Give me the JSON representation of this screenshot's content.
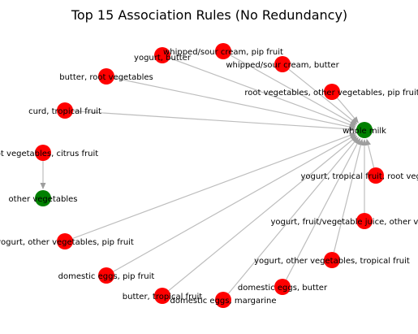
{
  "title": "Top 15 Association Rules (No Redundancy)",
  "colors": {
    "antecedent": "#ff0000",
    "consequent": "#008000",
    "edge": "#bdbdbd",
    "arrow": "#9e9e9e"
  },
  "nodes": [
    {
      "id": "whole-milk",
      "label": "whole milk",
      "role": "consequent"
    },
    {
      "id": "other-vegetables",
      "label": "other vegetables",
      "role": "consequent"
    },
    {
      "id": "whipped-sour-cream-pip-fruit",
      "label": "whipped/sour cream, pip fruit",
      "role": "antecedent"
    },
    {
      "id": "yogurt-butter",
      "label": "yogurt, butter",
      "role": "antecedent"
    },
    {
      "id": "whipped-sour-cream-butter",
      "label": "whipped/sour cream, butter",
      "role": "antecedent"
    },
    {
      "id": "butter-root-vegetables",
      "label": "butter, root vegetables",
      "role": "antecedent"
    },
    {
      "id": "root-vegetables-other-vegetables-pip-fruit",
      "label": "root vegetables, other vegetables, pip fruit",
      "role": "antecedent"
    },
    {
      "id": "curd-tropical-fruit",
      "label": "curd, tropical fruit",
      "role": "antecedent"
    },
    {
      "id": "root-vegetables-citrus-fruit",
      "label": "root vegetables, citrus fruit",
      "role": "antecedent"
    },
    {
      "id": "yogurt-tropical-fruit-root-vegetables",
      "label": "yogurt, tropical fruit, root vegetables",
      "role": "antecedent"
    },
    {
      "id": "yogurt-fruit-vegetable-juice-other-vegetables",
      "label": "yogurt, fruit/vegetable juice, other vegetables",
      "role": "antecedent"
    },
    {
      "id": "yogurt-other-vegetables-pip-fruit",
      "label": "yogurt, other vegetables, pip fruit",
      "role": "antecedent"
    },
    {
      "id": "yogurt-other-vegetables-tropical-fruit",
      "label": "yogurt, other vegetables, tropical fruit",
      "role": "antecedent"
    },
    {
      "id": "domestic-eggs-pip-fruit",
      "label": "domestic eggs, pip fruit",
      "role": "antecedent"
    },
    {
      "id": "domestic-eggs-butter",
      "label": "domestic eggs, butter",
      "role": "antecedent"
    },
    {
      "id": "butter-tropical-fruit",
      "label": "butter, tropical fruit",
      "role": "antecedent"
    },
    {
      "id": "domestic-eggs-margarine",
      "label": "domestic eggs, margarine",
      "role": "antecedent"
    }
  ],
  "edges": [
    {
      "from": "whipped-sour-cream-pip-fruit",
      "to": "whole-milk"
    },
    {
      "from": "yogurt-butter",
      "to": "whole-milk"
    },
    {
      "from": "whipped-sour-cream-butter",
      "to": "whole-milk"
    },
    {
      "from": "butter-root-vegetables",
      "to": "whole-milk"
    },
    {
      "from": "root-vegetables-other-vegetables-pip-fruit",
      "to": "whole-milk"
    },
    {
      "from": "curd-tropical-fruit",
      "to": "whole-milk"
    },
    {
      "from": "yogurt-tropical-fruit-root-vegetables",
      "to": "whole-milk"
    },
    {
      "from": "yogurt-fruit-vegetable-juice-other-vegetables",
      "to": "whole-milk"
    },
    {
      "from": "yogurt-other-vegetables-pip-fruit",
      "to": "whole-milk"
    },
    {
      "from": "yogurt-other-vegetables-tropical-fruit",
      "to": "whole-milk"
    },
    {
      "from": "domestic-eggs-pip-fruit",
      "to": "whole-milk"
    },
    {
      "from": "domestic-eggs-butter",
      "to": "whole-milk"
    },
    {
      "from": "butter-tropical-fruit",
      "to": "whole-milk"
    },
    {
      "from": "domestic-eggs-margarine",
      "to": "whole-milk"
    },
    {
      "from": "root-vegetables-citrus-fruit",
      "to": "other-vegetables"
    }
  ]
}
